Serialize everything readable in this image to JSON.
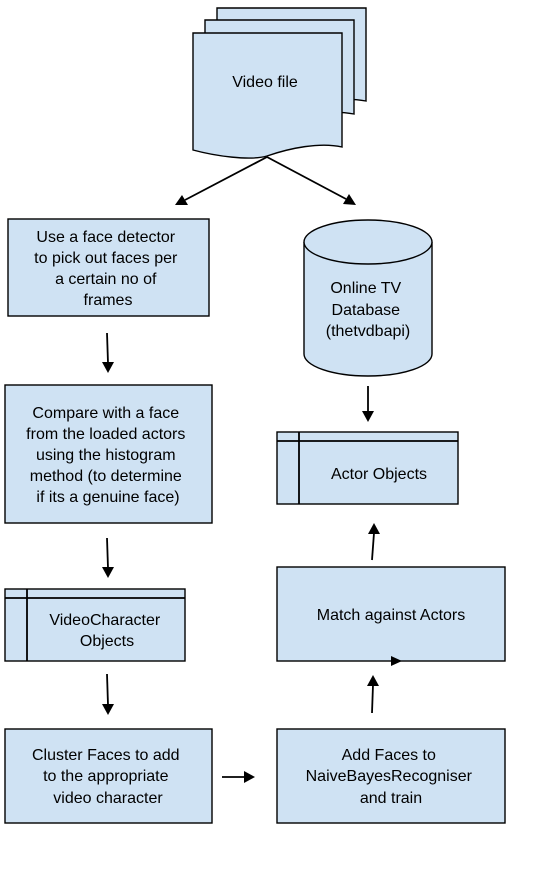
{
  "colors": {
    "node_fill": "#cfe2f3",
    "stroke": "#000000",
    "text": "#000000",
    "background": "#ffffff"
  },
  "nodes": {
    "video_file": {
      "lines": [
        "Video file"
      ],
      "shape": "multi-document"
    },
    "face_detector": {
      "lines": [
        "Use a face detector",
        "to pick out faces per",
        "a certain no of",
        "frames"
      ],
      "shape": "process"
    },
    "online_tv_db": {
      "lines": [
        "Online TV",
        "Database",
        "(thetvdbapi)"
      ],
      "shape": "database-cylinder"
    },
    "compare_face": {
      "lines": [
        "Compare with a face",
        "from the loaded actors",
        "using the histogram",
        "method (to determine",
        "if its a genuine face)"
      ],
      "shape": "process"
    },
    "actor_objects": {
      "lines": [
        "Actor Objects"
      ],
      "shape": "internal-storage"
    },
    "videocharacter_objects": {
      "lines": [
        "VideoCharacter",
        "Objects"
      ],
      "shape": "internal-storage"
    },
    "match_actors": {
      "lines": [
        "Match against Actors"
      ],
      "shape": "process"
    },
    "cluster_faces": {
      "lines": [
        "Cluster Faces to add",
        "to the appropriate",
        "video character"
      ],
      "shape": "process"
    },
    "add_faces": {
      "lines": [
        "Add Faces to",
        "NaiveBayesRecogniser",
        "and train"
      ],
      "shape": "process"
    }
  },
  "edges": [
    {
      "from": "video_file",
      "to": "face_detector"
    },
    {
      "from": "video_file",
      "to": "online_tv_db"
    },
    {
      "from": "face_detector",
      "to": "compare_face"
    },
    {
      "from": "compare_face",
      "to": "videocharacter_objects"
    },
    {
      "from": "videocharacter_objects",
      "to": "cluster_faces"
    },
    {
      "from": "cluster_faces",
      "to": "add_faces"
    },
    {
      "from": "add_faces",
      "to": "match_actors"
    },
    {
      "from": "match_actors",
      "to": "actor_objects"
    },
    {
      "from": "online_tv_db",
      "to": "actor_objects"
    }
  ]
}
